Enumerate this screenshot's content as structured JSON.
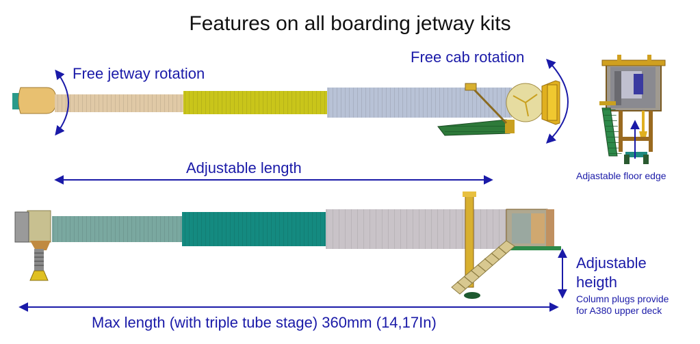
{
  "title": "Features on all boarding jetway kits",
  "labels": {
    "free_jetway_rotation": "Free jetway rotation",
    "free_cab_rotation": "Free cab rotation",
    "adjustable_length": "Adjustable length",
    "adjustable_floor_edge": "Adjastable floor edge",
    "adjustable_height_line1": "Adjustable",
    "adjustable_height_line2": "heigth",
    "column_plugs_line1": "Column plugs provide",
    "column_plugs_line2": "for A380 upper deck",
    "max_length": "Max length (with triple tube stage) 360mm (14,17In)"
  },
  "colors": {
    "annotation": "#1a1aa8",
    "tube_beige": "#e0c9a6",
    "tube_yellow": "#c9c51a",
    "tube_grey_blue": "#b8c2d6",
    "tube_teal": "#148a80",
    "tube_grey": "#c9c3c8",
    "structure_gold": "#e0b020"
  }
}
